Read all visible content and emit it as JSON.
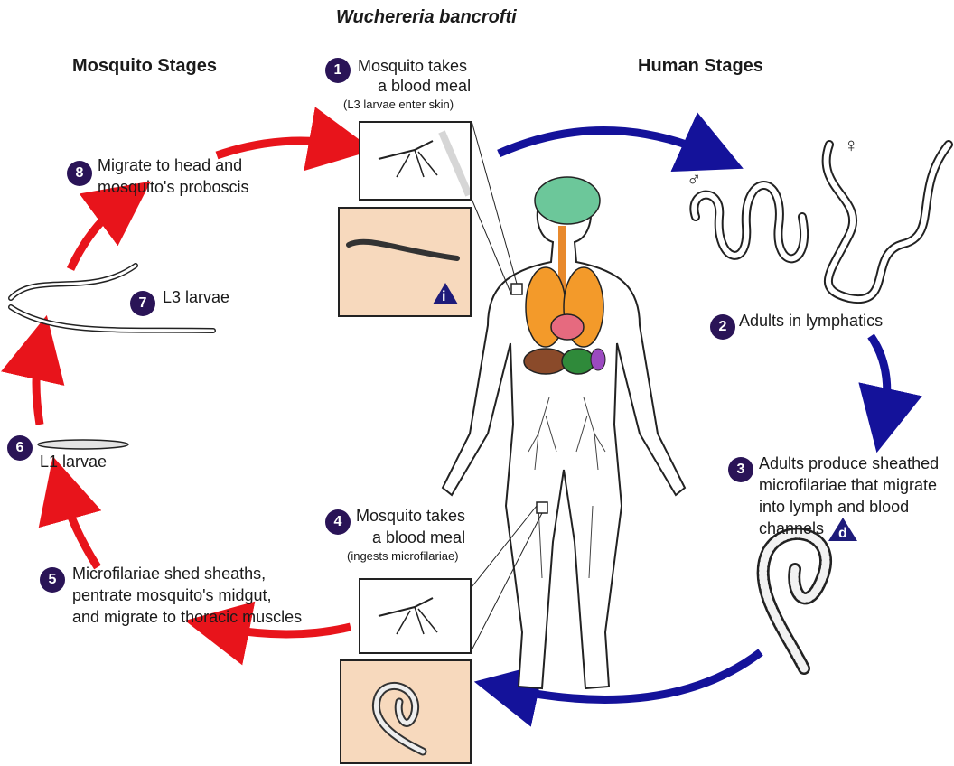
{
  "title": "Wuchereria bancrofti",
  "headers": {
    "mosquito": "Mosquito Stages",
    "human": "Human Stages"
  },
  "steps": [
    {
      "num": "1",
      "lines": [
        "Mosquito takes",
        "a blood meal"
      ],
      "sub": "(L3 larvae enter skin)"
    },
    {
      "num": "2",
      "lines": [
        "Adults in lymphatics"
      ]
    },
    {
      "num": "3",
      "lines": [
        "Adults produce sheathed",
        "microfilariae that migrate",
        "into lymph and blood",
        "channels"
      ]
    },
    {
      "num": "4",
      "lines": [
        "Mosquito takes",
        "a blood meal"
      ],
      "sub": "(ingests microfilariae)"
    },
    {
      "num": "5",
      "lines": [
        "Microfilariae shed sheaths,",
        "pentrate mosquito's midgut,",
        "and migrate to thoracic muscles"
      ]
    },
    {
      "num": "6",
      "lines": [
        "L1 larvae"
      ]
    },
    {
      "num": "7",
      "lines": [
        "L3 larvae"
      ]
    },
    {
      "num": "8",
      "lines": [
        "Migrate to head and",
        "mosquito's proboscis"
      ]
    }
  ],
  "markers": {
    "infective": "i",
    "diagnostic": "d"
  },
  "symbols": {
    "male": "♂",
    "female": "♀"
  },
  "colors": {
    "mosquito_arrow": "#e8141b",
    "human_arrow": "#14129a",
    "badge": "#2a1457",
    "box_fill": "#f7d9bd"
  }
}
